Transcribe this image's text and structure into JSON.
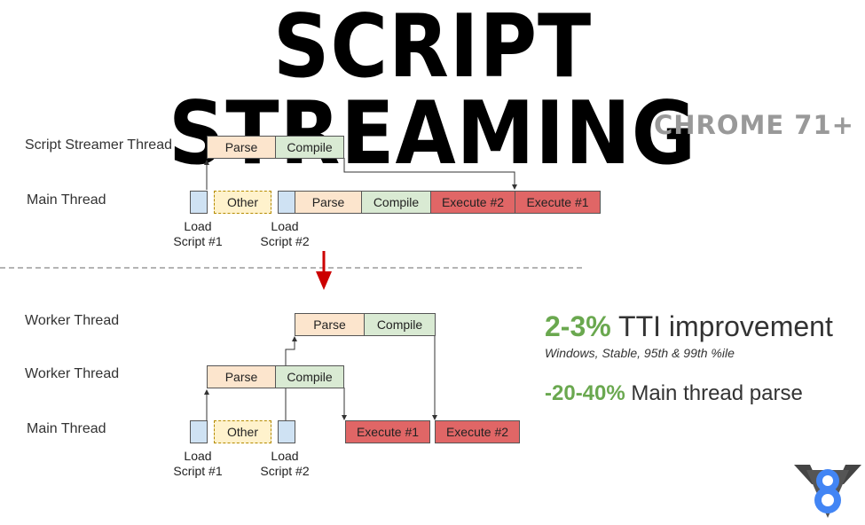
{
  "title": "SCRIPT STREAMING",
  "subtitle": "CHROME 71+",
  "top_diagram": {
    "streamer_label": "Script Streamer Thread",
    "main_label": "Main Thread",
    "parse": "Parse",
    "compile": "Compile",
    "other": "Other",
    "main_parse": "Parse",
    "main_compile": "Compile",
    "execute2": "Execute #2",
    "execute1": "Execute #1",
    "load1": "Load\nScript #1",
    "load2": "Load\nScript #2"
  },
  "bottom_diagram": {
    "worker1_label": "Worker Thread",
    "worker2_label": "Worker Thread",
    "main_label": "Main Thread",
    "w1_parse": "Parse",
    "w1_compile": "Compile",
    "w2_parse": "Parse",
    "w2_compile": "Compile",
    "other": "Other",
    "execute1": "Execute #1",
    "execute2": "Execute #2",
    "load1": "Load\nScript #1",
    "load2": "Load\nScript #2"
  },
  "stats": {
    "tti_value": "2-3%",
    "tti_text": " TTI improvement",
    "tti_note": "Windows, Stable, 95th & 99th %ile",
    "parse_value": "-20-40%",
    "parse_text": " Main thread parse"
  },
  "colors": {
    "parse": "#fce5cd",
    "compile": "#d9ead3",
    "execute": "#e06666",
    "load": "#cfe2f3",
    "other": "#fff2cc",
    "accent_green": "#6aa84f",
    "arrow_red": "#cc0000",
    "v8_blue": "#4285f4"
  }
}
